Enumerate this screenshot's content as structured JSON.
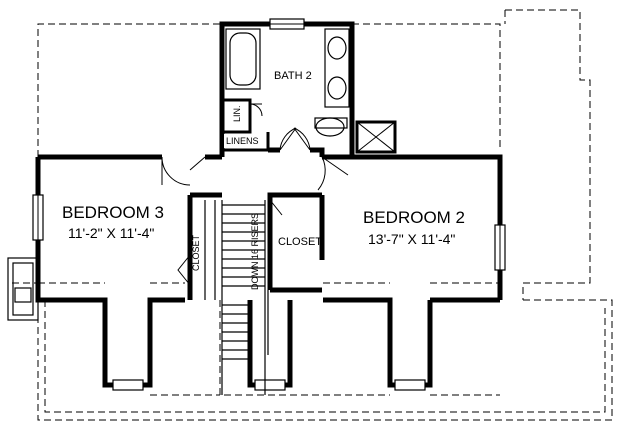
{
  "rooms": {
    "bath2": "BATH 2",
    "linen_small": "LIN.",
    "linens": "LINENS",
    "bedroom3": {
      "name": "BEDROOM 3",
      "dims": "11'-2\" X 11'-4\""
    },
    "bedroom2": {
      "name": "BEDROOM 2",
      "dims": "13'-7\" X 11'-4\""
    },
    "closet_left": "CLOSET",
    "closet_center": "CLOSET",
    "stairs": "DOWN 16 RISERS"
  }
}
